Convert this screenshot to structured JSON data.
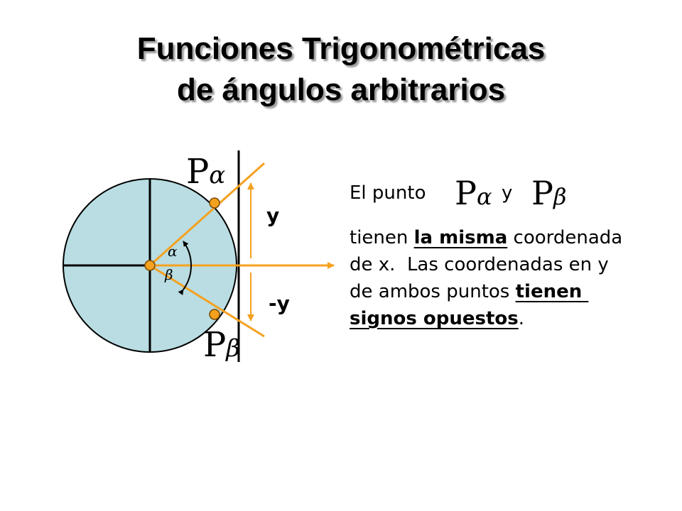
{
  "title": {
    "line1": "Funciones Trigonométricas",
    "line2": "de ángulos arbitrarios"
  },
  "diagram": {
    "point_label_top": "P",
    "point_label_top_sub": "α",
    "point_label_bottom": "P",
    "point_label_bottom_sub": "β",
    "angle_alpha": "α",
    "angle_beta": "β",
    "label_y": "y",
    "label_neg_y": "-y",
    "colors": {
      "circle_fill": "#b9dde2",
      "orange": "#f5a120",
      "line": "#000000"
    }
  },
  "text": {
    "intro": "El punto",
    "p_alpha": "P",
    "p_alpha_sub": "α",
    "connector": "y",
    "p_beta": "P",
    "p_beta_sub": "β",
    "p1": "tienen ",
    "p2": "la misma",
    "p3": " coordenada de x.  Las coordenadas en y de ambos puntos ",
    "p4": "tienen signos opuestos",
    "p5": "."
  }
}
